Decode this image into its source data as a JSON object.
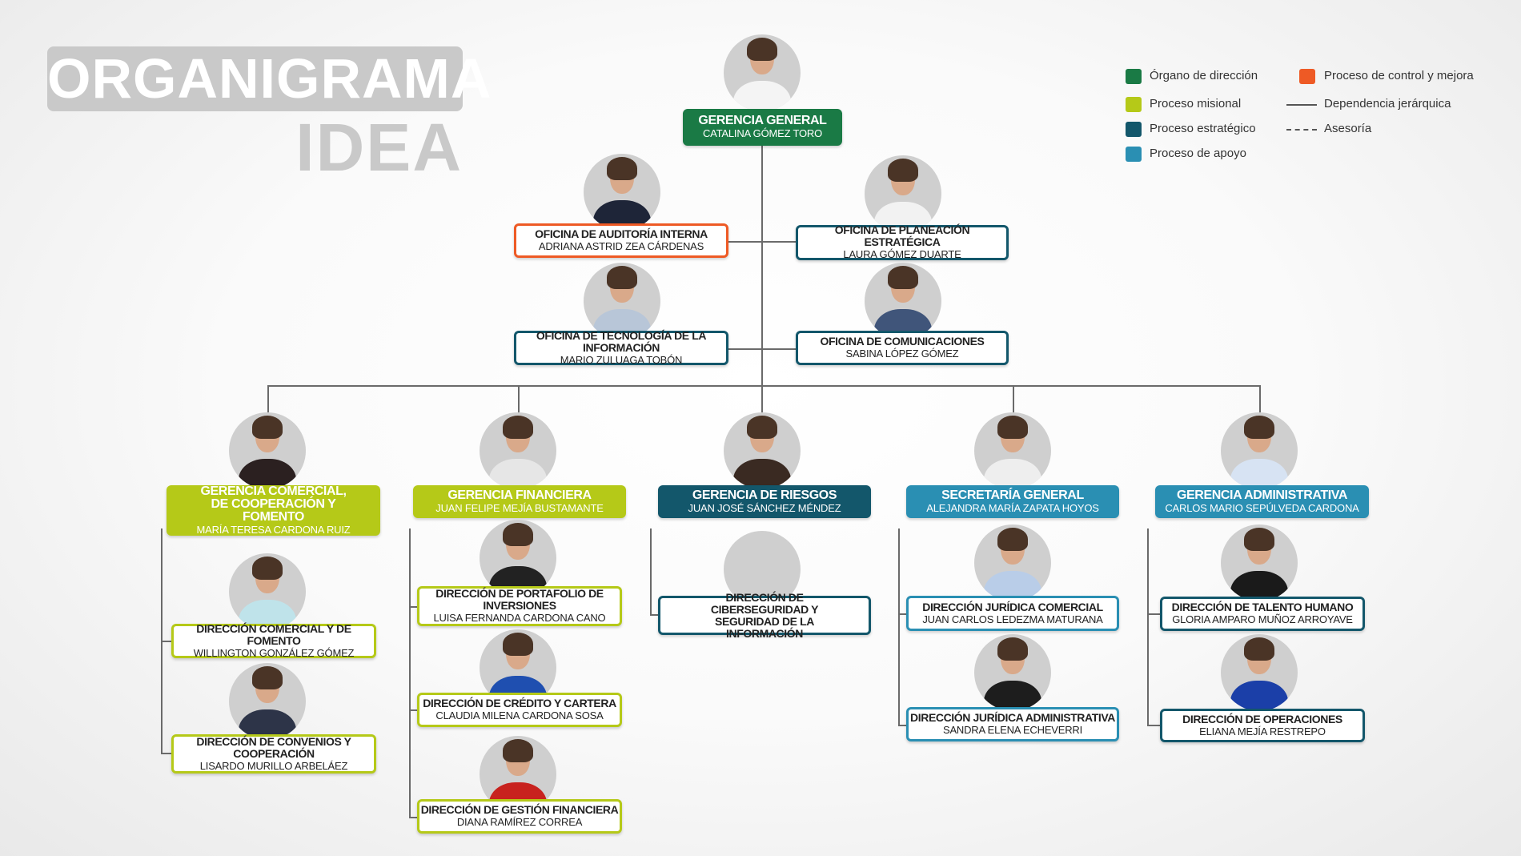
{
  "header": {
    "title": "ORGANIGRAMA",
    "subtitle": "IDEA"
  },
  "legend": {
    "items": [
      {
        "label": "Órgano de dirección",
        "color": "#1a7a45"
      },
      {
        "label": "Proceso misional",
        "color": "#b5c918"
      },
      {
        "label": "Proceso estratégico",
        "color": "#13576b"
      },
      {
        "label": "Proceso de apoyo",
        "color": "#2a8fb3"
      },
      {
        "label": "Proceso de control y mejora",
        "color": "#ee5a25"
      }
    ],
    "lines": [
      {
        "label": "Dependencia jerárquica",
        "style": "solid"
      },
      {
        "label": "Asesoría",
        "style": "dashed"
      }
    ]
  },
  "nodes": [
    {
      "id": "gerencia-general",
      "title": "GERENCIA GENERAL",
      "name": "CATALINA GÓMEZ TORO",
      "color": "#1a7a45",
      "style": "filled"
    },
    {
      "id": "auditoria-interna",
      "title": "OFICINA DE AUDITORÍA INTERNA",
      "name": "ADRIANA ASTRID ZEA CÁRDENAS",
      "color": "#ee5a25",
      "style": "outline"
    },
    {
      "id": "planeacion-estrategica",
      "title": "OFICINA DE PLANEACIÓN ESTRATÉGICA",
      "name": "LAURA GÓMEZ DUARTE",
      "color": "#13576b",
      "style": "outline"
    },
    {
      "id": "tecnologia-informacion",
      "title": "OFICINA DE TECNOLOGÍA DE LA INFORMACIÓN",
      "name": "MARIO ZULUAGA TOBÓN",
      "color": "#13576b",
      "style": "outline"
    },
    {
      "id": "comunicaciones",
      "title": "OFICINA DE COMUNICACIONES",
      "name": "SABINA LÓPEZ GÓMEZ",
      "color": "#13576b",
      "style": "outline"
    },
    {
      "id": "gerencia-comercial",
      "title": "GERENCIA COMERCIAL, DE COOPERACIÓN Y FOMENTO",
      "name": "MARÍA TERESA CARDONA RUIZ",
      "color": "#b5c918",
      "style": "filled"
    },
    {
      "id": "gerencia-financiera",
      "title": "GERENCIA FINANCIERA",
      "name": "JUAN FELIPE MEJÍA BUSTAMANTE",
      "color": "#b5c918",
      "style": "filled"
    },
    {
      "id": "gerencia-riesgos",
      "title": "GERENCIA DE RIESGOS",
      "name": "JUAN JOSÉ SÁNCHEZ MÉNDEZ",
      "color": "#13576b",
      "style": "filled"
    },
    {
      "id": "secretaria-general",
      "title": "SECRETARÍA GENERAL",
      "name": "ALEJANDRA MARÍA ZAPATA HOYOS",
      "color": "#2a8fb3",
      "style": "filled"
    },
    {
      "id": "gerencia-administrativa",
      "title": "GERENCIA ADMINISTRATIVA",
      "name": "CARLOS MARIO SEPÚLVEDA CARDONA",
      "color": "#2a8fb3",
      "style": "filled"
    },
    {
      "id": "direccion-comercial-fomento",
      "title": "DIRECCIÓN COMERCIAL Y DE FOMENTO",
      "name": "WILLINGTON GONZÁLEZ GÓMEZ",
      "color": "#b5c918",
      "style": "outline"
    },
    {
      "id": "direccion-convenios",
      "title": "DIRECCIÓN DE CONVENIOS Y COOPERACIÓN",
      "name": "LISARDO MURILLO ARBELÁEZ",
      "color": "#b5c918",
      "style": "outline"
    },
    {
      "id": "direccion-portafolio",
      "title": "DIRECCIÓN DE PORTAFOLIO DE INVERSIONES",
      "name": "LUISA FERNANDA CARDONA CANO",
      "color": "#b5c918",
      "style": "outline"
    },
    {
      "id": "direccion-credito",
      "title": "DIRECCIÓN DE CRÉDITO Y CARTERA",
      "name": "CLAUDIA MILENA CARDONA SOSA",
      "color": "#b5c918",
      "style": "outline"
    },
    {
      "id": "direccion-gestion-financiera",
      "title": "DIRECCIÓN DE GESTIÓN FINANCIERA",
      "name": "DIANA RAMÍREZ CORREA",
      "color": "#b5c918",
      "style": "outline"
    },
    {
      "id": "direccion-ciberseguridad",
      "title": "DIRECCIÓN DE CIBERSEGURIDAD Y SEGURIDAD DE LA INFORMACIÓN",
      "name": "",
      "color": "#13576b",
      "style": "outline"
    },
    {
      "id": "direccion-juridica-comercial",
      "title": "DIRECCIÓN JURÍDICA COMERCIAL",
      "name": "JUAN CARLOS LEDEZMA MATURANA",
      "color": "#2a8fb3",
      "style": "outline"
    },
    {
      "id": "direccion-juridica-administrativa",
      "title": "DIRECCIÓN JURÍDICA ADMINISTRATIVA",
      "name": "SANDRA ELENA ECHEVERRI",
      "color": "#2a8fb3",
      "style": "outline"
    },
    {
      "id": "direccion-talento-humano",
      "title": "DIRECCIÓN DE TALENTO HUMANO",
      "name": "GLORIA AMPARO MUÑOZ ARROYAVE",
      "color": "#13576b",
      "style": "outline"
    },
    {
      "id": "direccion-operaciones",
      "title": "DIRECCIÓN DE OPERACIONES",
      "name": "ELIANA MEJÍA RESTREPO",
      "color": "#13576b",
      "style": "outline"
    }
  ]
}
